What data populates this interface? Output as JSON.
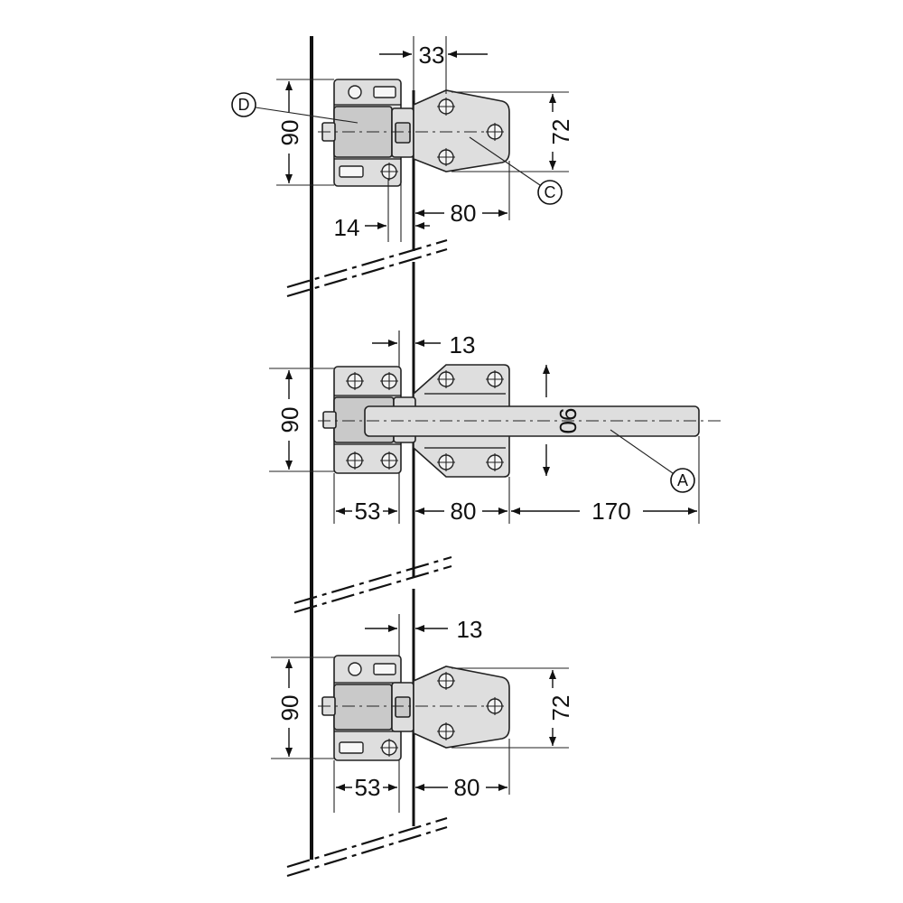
{
  "callouts": {
    "d": "D",
    "c": "C",
    "a": "A"
  },
  "top_hinge": {
    "dim_gap": "33",
    "dim_height": "90",
    "dim_leaf": "72",
    "dim_offset": "14",
    "dim_leaf_width": "80"
  },
  "middle_hinge": {
    "dim_gap": "13",
    "dim_height": "90",
    "dim_bar": "90",
    "dim_plate": "53",
    "dim_leaf_width": "80",
    "dim_bar_length": "170"
  },
  "bottom_hinge": {
    "dim_gap": "13",
    "dim_height": "90",
    "dim_leaf": "72",
    "dim_plate": "53",
    "dim_leaf_width": "80"
  }
}
